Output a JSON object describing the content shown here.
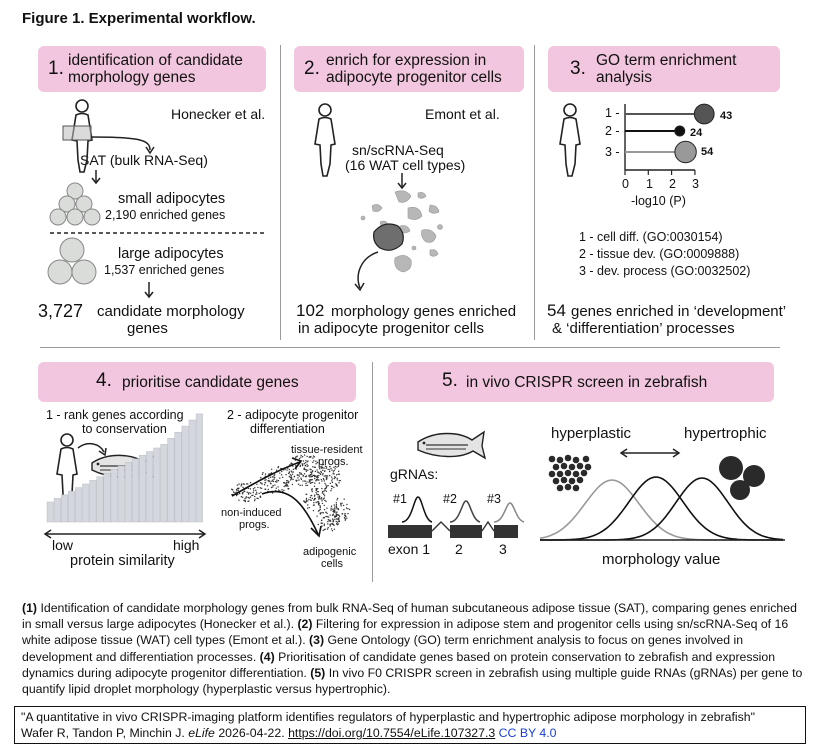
{
  "figure_title": "Figure 1. Experimental workflow.",
  "panel1": {
    "num": "1.",
    "line1": "identification of candidate",
    "line2": "morphology genes",
    "source": "Honecker et al.",
    "tissue": "SAT (bulk RNA-Seq)",
    "small_label": "small adipocytes",
    "small_count": "2,190 enriched genes",
    "large_label": "large adipocytes",
    "large_count": "1,537 enriched genes",
    "result_num": "3,727",
    "result_text": "candidate morphology",
    "result_text2": "genes"
  },
  "panel2": {
    "num": "2.",
    "line1": "enrich for expression in",
    "line2": "adipocyte progenitor cells",
    "source": "Emont et al.",
    "method1": "sn/scRNA-Seq",
    "method2": "(16 WAT cell types)",
    "star": "*",
    "result_num": "102",
    "result_text": "morphology genes enriched",
    "result_text2": "in adipocyte progenitor cells"
  },
  "panel3": {
    "num": "3.",
    "line1": "GO term enrichment",
    "line2": "analysis",
    "row_labels": [
      "1 -",
      "2 -",
      "3 -"
    ],
    "values_text": [
      "43",
      "24",
      "54"
    ],
    "x_ticks": [
      "0",
      "1",
      "2",
      "3"
    ],
    "x_label": "-log10 (P)",
    "legend": [
      "1 - cell diff. (GO:0030154)",
      "2 - tissue dev. (GO:0009888)",
      "3 - dev. process (GO:0032502)"
    ],
    "result_num": "54",
    "result_text": "genes enriched in ‘development’",
    "result_text2": "& ‘differentiation’ processes"
  },
  "panel4": {
    "num": "4.",
    "line1": "prioritise candidate genes",
    "sub1a": "1 - rank genes according",
    "sub1b": "to conservation",
    "axis_low": "low",
    "axis_high": "high",
    "axis_label": "protein similarity",
    "sub2a": "2 - adipocyte progenitor",
    "sub2b": "differentiation",
    "tissue_resident1": "tissue-resident",
    "tissue_resident2": "progs.",
    "non_induced1": "non-induced",
    "non_induced2": "progs.",
    "adipogenic1": "adipogenic",
    "adipogenic2": "cells"
  },
  "panel5": {
    "num": "5.",
    "line1": "in vivo CRISPR screen in zebrafish",
    "grnas": "gRNAs:",
    "guides": [
      "#1",
      "#2",
      "#3"
    ],
    "exons": [
      "exon 1",
      "2",
      "3"
    ],
    "hyperplastic": "hyperplastic",
    "hypertrophic": "hypertrophic",
    "x_label": "morphology value"
  },
  "caption": {
    "p1n": "(1)",
    "p1": " Identification of candidate morphology genes from bulk RNA-Seq of human subcutaneous adipose tissue (SAT), comparing genes enriched in small versus large adipocytes (Honecker et al.). ",
    "p2n": "(2)",
    "p2": " Filtering for expression in adipose stem and progenitor cells using sn/scRNA-Seq of 16 white adipose tissue (WAT) cell types (Emont et al.). ",
    "p3n": "(3)",
    "p3": " Gene Ontology (GO) term enrichment analysis to focus on genes involved in development and differentiation processes. ",
    "p4n": "(4)",
    "p4": " Prioritisation of candidate genes based on protein conservation to zebrafish and expression dynamics during adipocyte progenitor differentiation. ",
    "p5n": "(5)",
    "p5": " In vivo F0 CRISPR screen in zebrafish using multiple guide RNAs (gRNAs) per gene to quantify lipid droplet morphology (hyperplastic versus hypertrophic)."
  },
  "citation": {
    "title": "\"A quantitative in vivo CRISPR-imaging platform identifies regulators of hyperplastic and hypertrophic adipose morphology in zebrafish\"",
    "authors": "Wafer R, Tandon P, Minchin J. ",
    "journal": "eLife",
    "date": " 2026-04-22. ",
    "doi": "https://doi.org/10.7554/eLife.107327.3",
    "license": " CC BY 4.0"
  },
  "colors": {
    "pill": "#f2c6de",
    "link": "#1a3fd6",
    "divider": "#9a9a9a"
  }
}
